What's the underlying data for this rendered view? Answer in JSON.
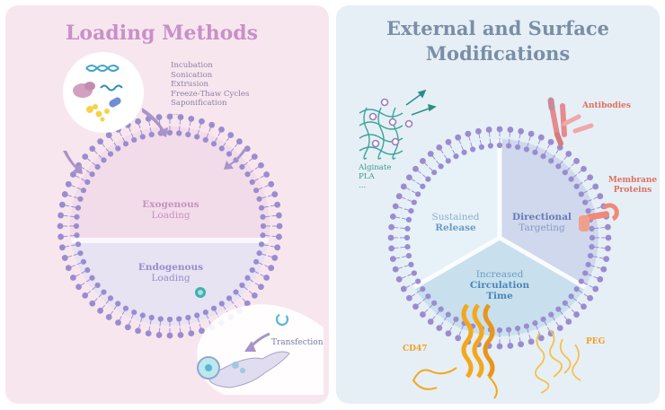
{
  "left_panel": {
    "title": "Loading Methods",
    "methods": [
      "Incubation",
      "Sonication",
      "Extrusion",
      "Freeze-Thaw Cycles",
      "Saponification",
      "..."
    ],
    "exogenous": [
      "Exogenous",
      "Loading"
    ],
    "endogenous": [
      "Endogenous",
      "Loading"
    ],
    "transfection": "Transfection"
  },
  "right_panel": {
    "title_line1": "External and Surface",
    "title_line2": "Modifications",
    "hydrogel_labels": [
      "Alginate",
      "PLA",
      "..."
    ],
    "antibodies": "Antibodies",
    "membrane_proteins": [
      "Membrane",
      "Proteins"
    ],
    "sectors": {
      "sustained": [
        "Sustained",
        "Release"
      ],
      "directional": [
        "Directional",
        "Targeting"
      ],
      "circulation": [
        "Increased",
        "Circulation",
        "Time"
      ]
    },
    "cd47": "CD47",
    "peg": "PEG"
  },
  "colors": {
    "left_bg": "#f8e6ee",
    "right_bg": "#e6eff6",
    "membrane": "#9a8ccf",
    "title_left": "#c890c8",
    "title_right": "#7a8ea6",
    "accent_orange": "#f2a81c",
    "accent_salmon": "#ef8a78",
    "teal": "#3da59b"
  }
}
